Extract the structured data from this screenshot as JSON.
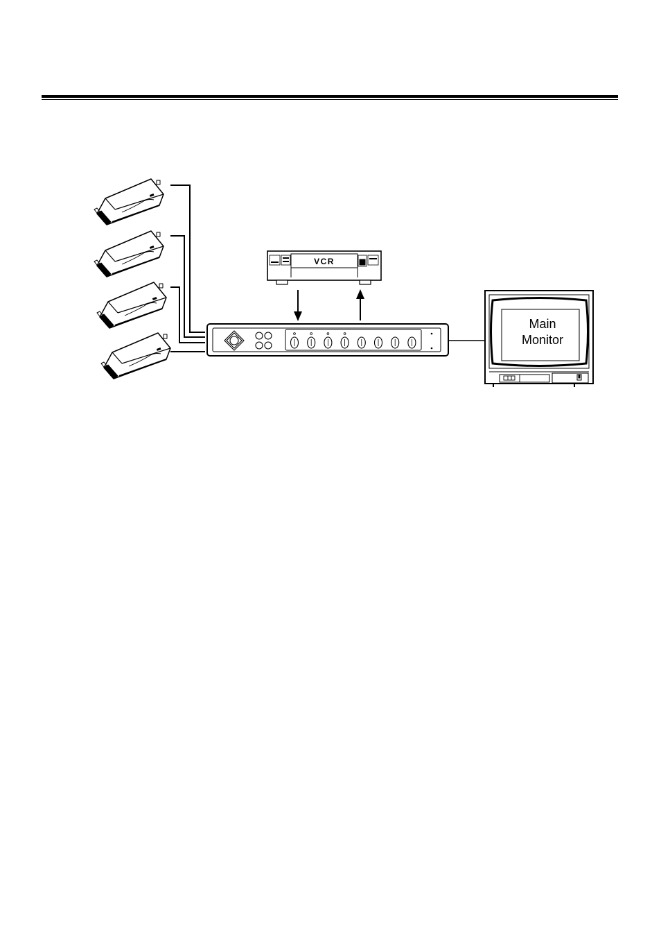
{
  "diagram": {
    "vcr_label": "VCR",
    "monitor_label_line1": "Main",
    "monitor_label_line2": "Monitor",
    "camera_count": 4,
    "multiplexer_channel_buttons": 8
  }
}
